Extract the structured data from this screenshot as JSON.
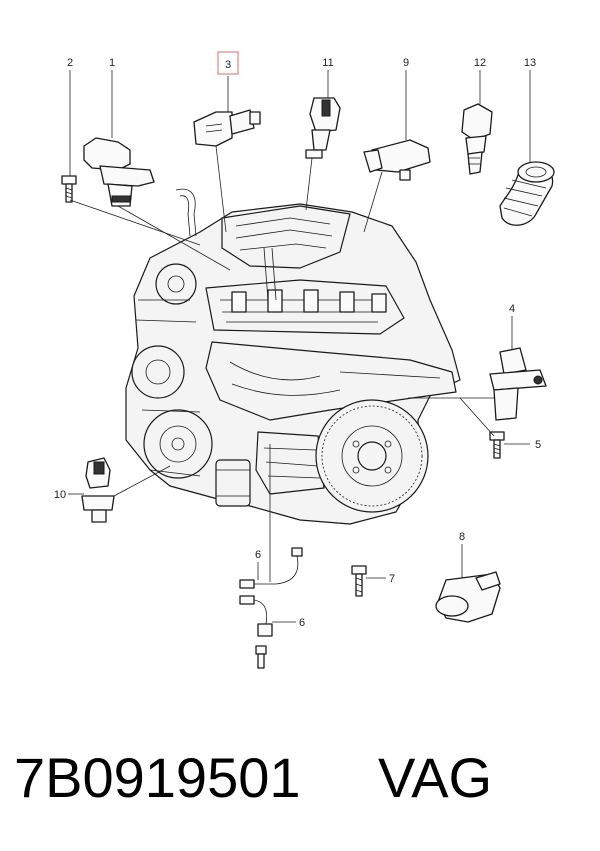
{
  "diagram": {
    "callouts": [
      {
        "id": "1",
        "label": "1"
      },
      {
        "id": "2",
        "label": "2"
      },
      {
        "id": "3",
        "label": "3",
        "highlighted": true
      },
      {
        "id": "4",
        "label": "4"
      },
      {
        "id": "5",
        "label": "5"
      },
      {
        "id": "6a",
        "label": "6"
      },
      {
        "id": "6b",
        "label": "6"
      },
      {
        "id": "7",
        "label": "7"
      },
      {
        "id": "8",
        "label": "8"
      },
      {
        "id": "9",
        "label": "9"
      },
      {
        "id": "10",
        "label": "10"
      },
      {
        "id": "11",
        "label": "11"
      },
      {
        "id": "12",
        "label": "12"
      },
      {
        "id": "13",
        "label": "13"
      }
    ],
    "highlight_color": "#e36a6a"
  },
  "caption": {
    "part_number": "7B0919501",
    "brand": "VAG"
  }
}
